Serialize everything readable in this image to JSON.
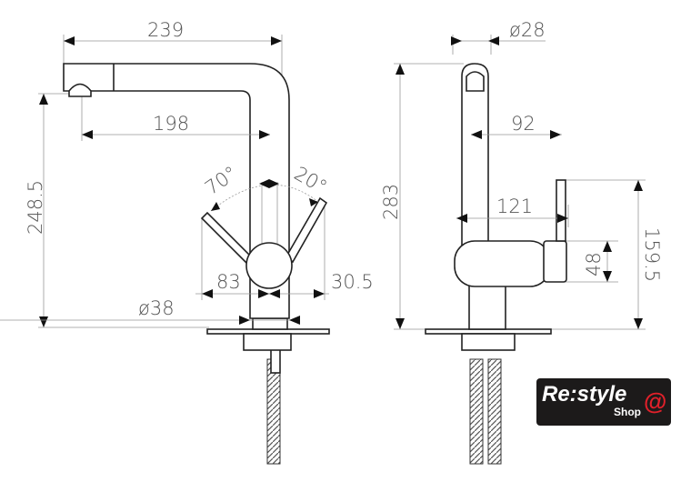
{
  "front_view": {
    "dim_width_total": "239",
    "dim_spout_reach": "198",
    "dim_height": "248.5",
    "angle_left": "70°",
    "angle_right": "20°",
    "dim_handle_left": "83",
    "dim_handle_right": "30.5",
    "dim_base_diameter": "ø38"
  },
  "side_view": {
    "dim_pipe_diameter": "ø28",
    "dim_92": "92",
    "dim_121": "121",
    "dim_height": "283",
    "dim_handle_height": "159.5",
    "dim_body_height": "48"
  },
  "logo": {
    "text": "Re:style",
    "sub": "Shop",
    "mark": "@",
    "colors": {
      "background": "#1c1a1a",
      "accent": "#e0202a"
    }
  }
}
